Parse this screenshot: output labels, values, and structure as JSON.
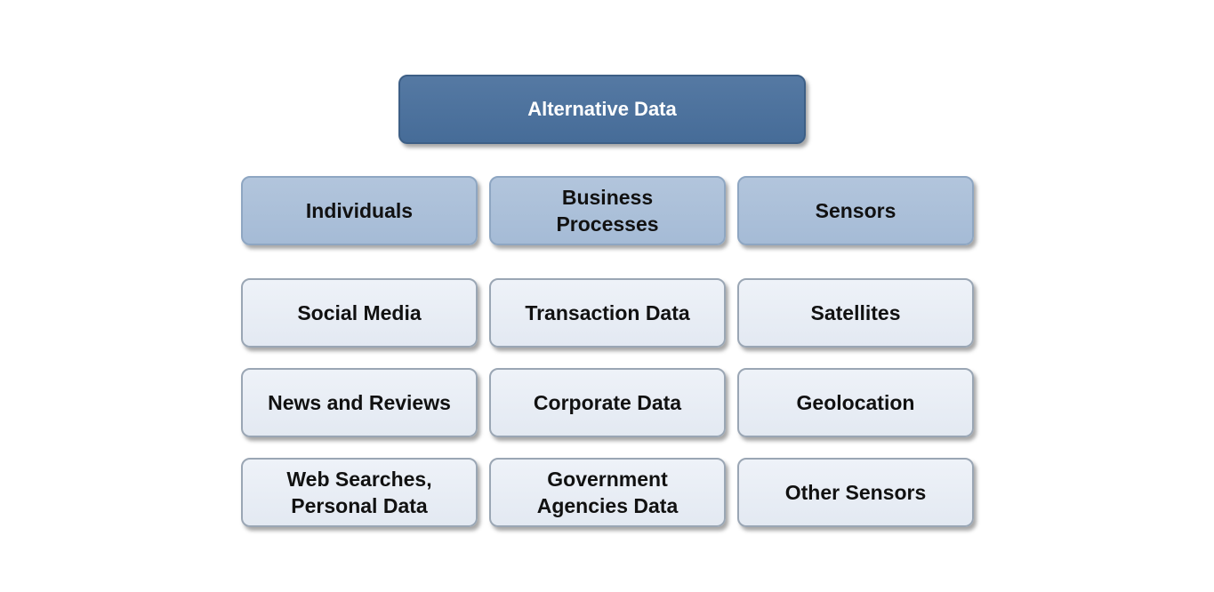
{
  "root": {
    "label": "Alternative Data"
  },
  "categories": [
    {
      "label": "Individuals"
    },
    {
      "label": "Business\nProcesses"
    },
    {
      "label": "Sensors"
    }
  ],
  "rows": [
    [
      {
        "label": "Social Media"
      },
      {
        "label": "Transaction Data"
      },
      {
        "label": "Satellites"
      }
    ],
    [
      {
        "label": "News and Reviews"
      },
      {
        "label": "Corporate Data"
      },
      {
        "label": "Geolocation"
      }
    ],
    [
      {
        "label": "Web Searches,\nPersonal Data"
      },
      {
        "label": "Government\nAgencies Data"
      },
      {
        "label": "Other Sensors"
      }
    ]
  ]
}
